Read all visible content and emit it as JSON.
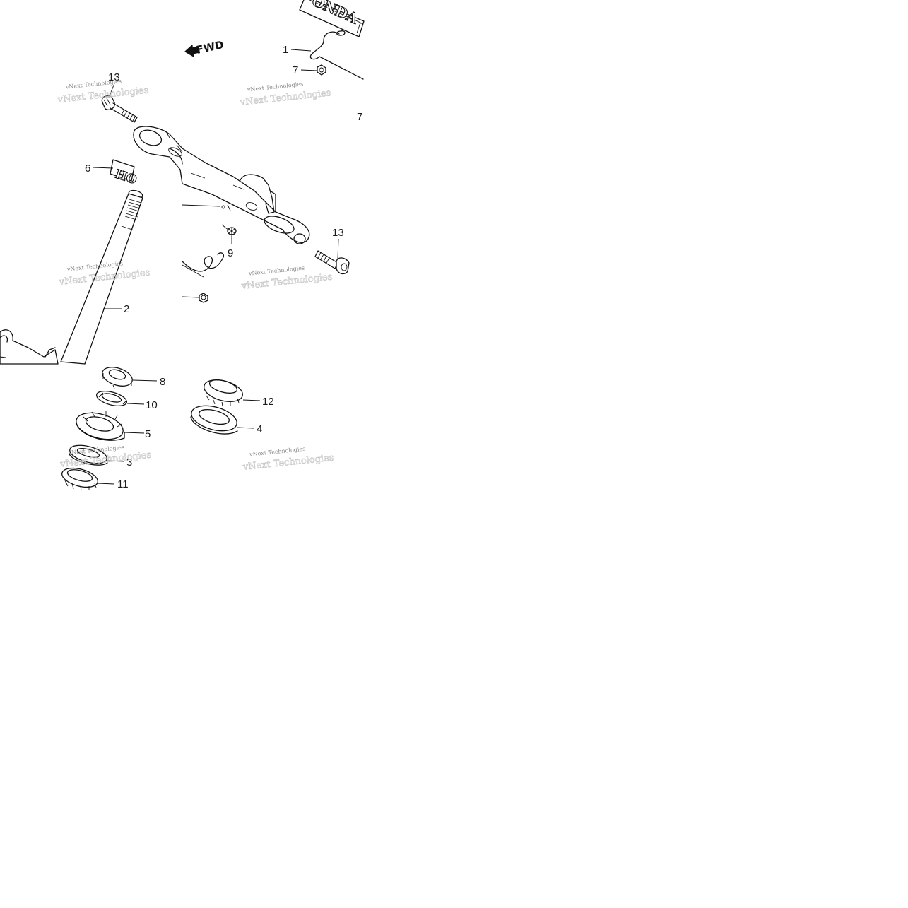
{
  "direction_label": "FWD",
  "emblem_text_top": "ONDA",
  "emblem_text_left": "HO",
  "watermark": {
    "text": "vNext Technologies"
  },
  "callouts": {
    "c1": "1",
    "c2": "2",
    "c3": "3",
    "c4": "4",
    "c5": "5",
    "c6": "6",
    "c7a": "7",
    "c7b": "7",
    "c8": "8",
    "c9": "9",
    "c10": "10",
    "c11": "11",
    "c12": "12",
    "c13a": "13",
    "c13b": "13"
  }
}
